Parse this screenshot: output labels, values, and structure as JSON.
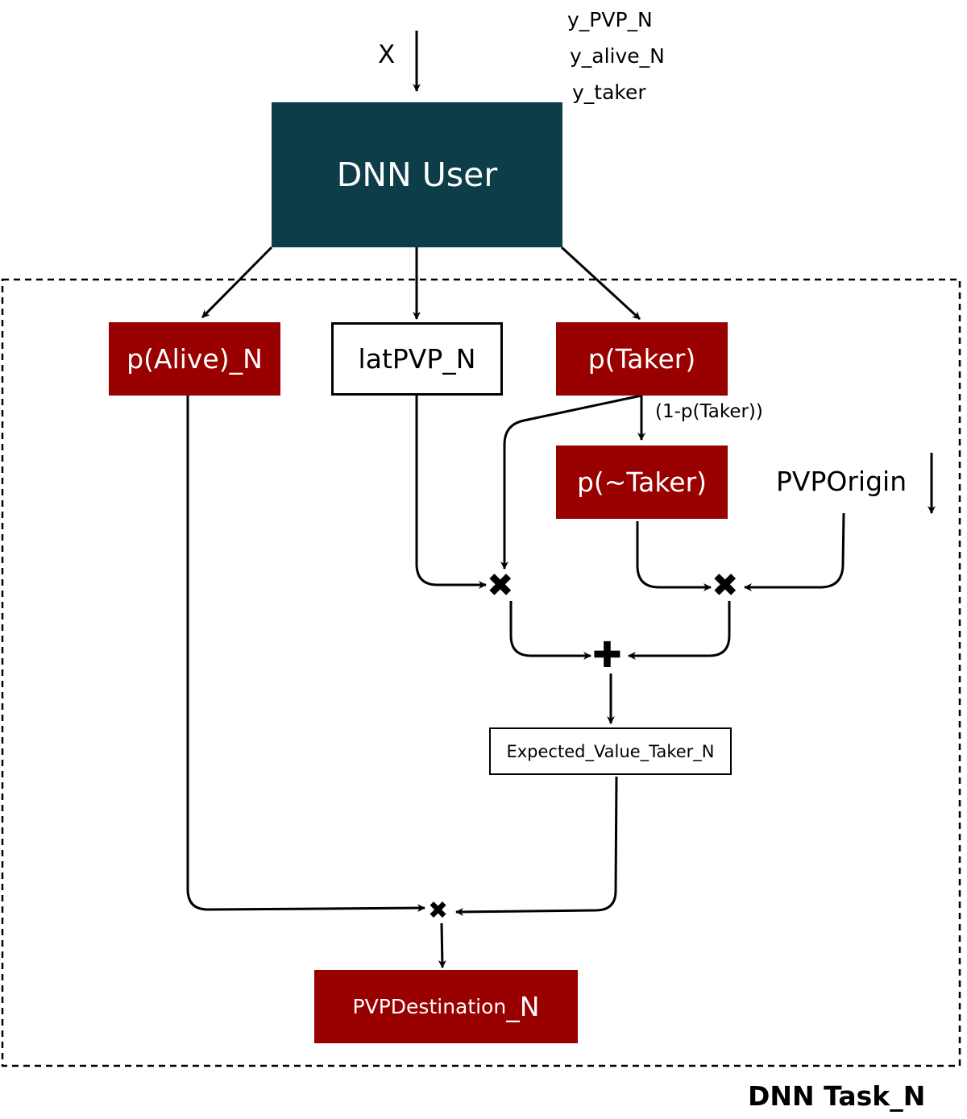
{
  "inputs": {
    "x": "X",
    "y_pvp": "y_PVP_N",
    "y_alive": "y_alive_N",
    "y_taker": "y_taker",
    "pvp_origin": "PVPOrigin"
  },
  "nodes": {
    "dnn_user": "DNN User",
    "p_alive": "p(Alive)_N",
    "lat_pvp": "latPVP_N",
    "p_taker": "p(Taker)",
    "p_not_taker": "p(~Taker)",
    "expected_value": "Expected_Value_Taker_N",
    "pvp_dest_prefix": "PVPDestination",
    "pvp_dest_suffix": "_N"
  },
  "edge_labels": {
    "one_minus_taker": "(1-p(Taker))"
  },
  "group": {
    "label": "DNN Task_N"
  },
  "operators": {
    "multiply": "✖",
    "add": "✚"
  },
  "colors": {
    "dnn_user": "#0d3d48",
    "output_node": "#990000",
    "line": "#000000"
  }
}
